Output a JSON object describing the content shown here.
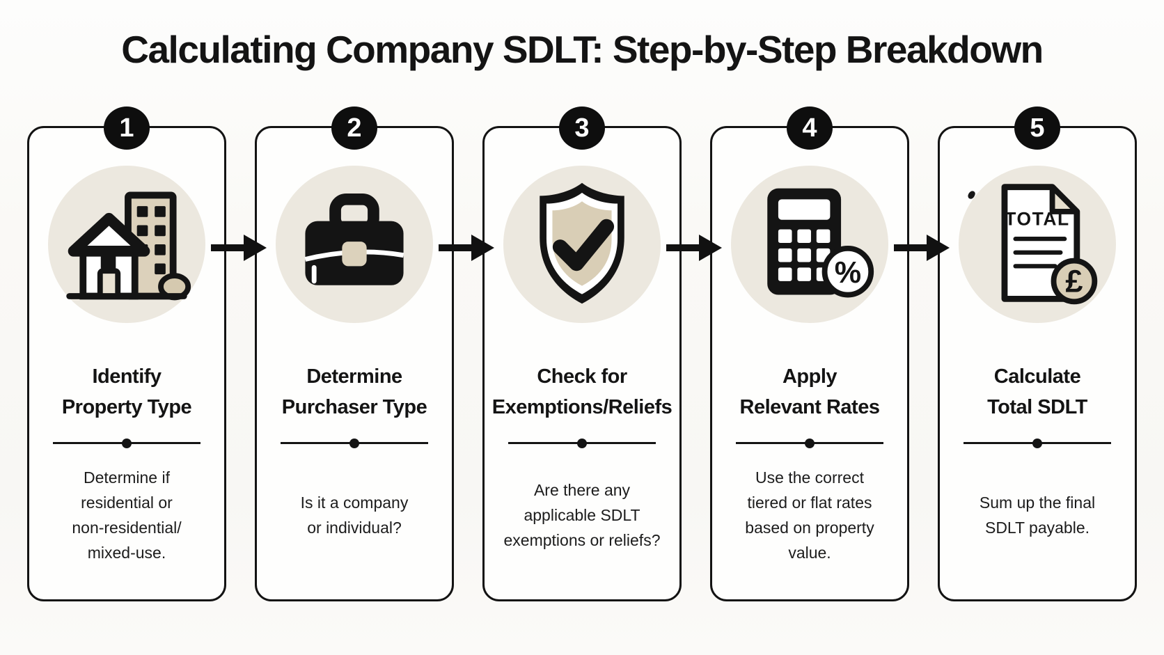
{
  "title": "Calculating Company SDLT: Step-by-Step Breakdown",
  "colors": {
    "page_background": "#FAF9F6",
    "card_background": "#FEFEFD",
    "outline_black": "#131313",
    "icon_circle_beige": "#ECE8DF",
    "icon_accent_beige": "#DCD1BB",
    "text_black": "#141414"
  },
  "steps": [
    {
      "number": "1",
      "icon": "house-building-icon",
      "title_lines": [
        "Identify",
        "Property Type"
      ],
      "description_lines": [
        "Determine if",
        "residential or",
        "non-residential/",
        "mixed-use."
      ]
    },
    {
      "number": "2",
      "icon": "briefcase-icon",
      "title_lines": [
        "Determine",
        "Purchaser Type"
      ],
      "description_lines": [
        "Is it a company",
        "or individual?"
      ]
    },
    {
      "number": "3",
      "icon": "shield-check-icon",
      "title_lines": [
        "Check for",
        "Exemptions/Reliefs"
      ],
      "description_lines": [
        "Are there any",
        "applicable SDLT",
        "exemptions or reliefs?"
      ]
    },
    {
      "number": "4",
      "icon": "calculator-percent-icon",
      "icon_badge": "%",
      "title_lines": [
        "Apply",
        "Relevant Rates"
      ],
      "description_lines": [
        "Use the correct",
        "tiered or flat rates",
        "based on property",
        "value."
      ]
    },
    {
      "number": "5",
      "icon": "document-total-icon",
      "icon_label": "TOTAL",
      "icon_badge": "£",
      "title_lines": [
        "Calculate",
        "Total SDLT"
      ],
      "description_lines": [
        "Sum up the final",
        "SDLT payable."
      ]
    }
  ]
}
